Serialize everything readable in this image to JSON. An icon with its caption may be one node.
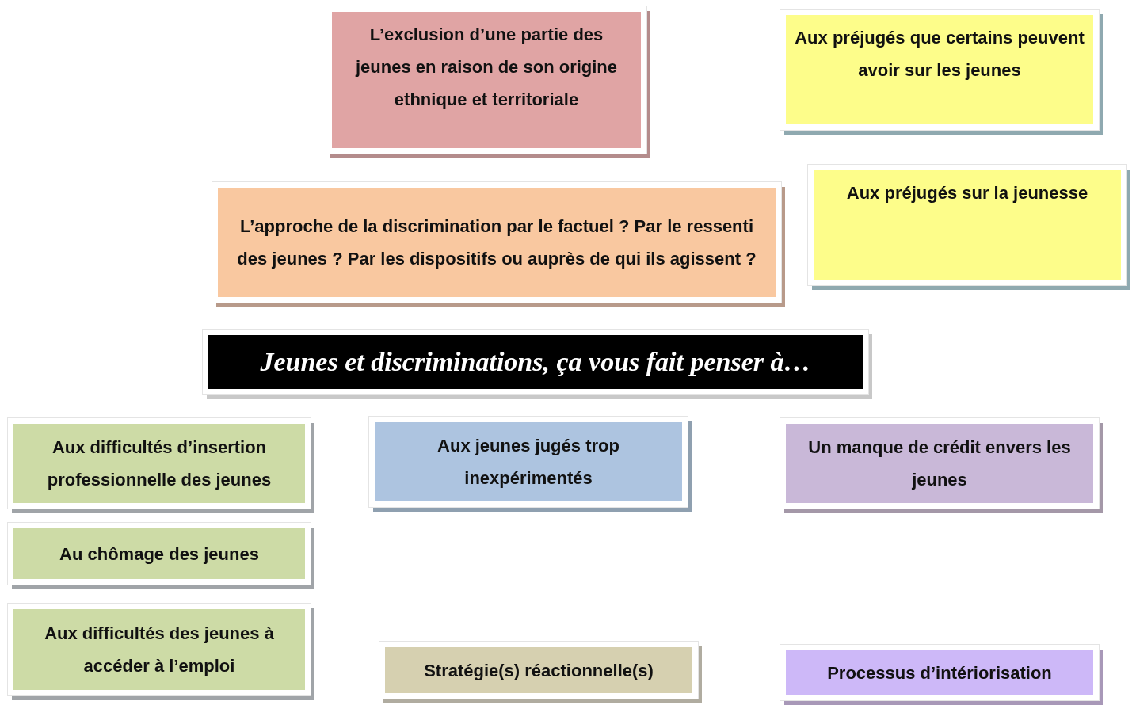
{
  "diagram": {
    "nodes": [
      {
        "text": [
          "L’exclusion d’une partie des jeunes en raison de son origine ethnique et territoriale"
        ]
      },
      {
        "text": [
          "Aux préjugés que certains peuvent avoir sur les jeunes"
        ]
      },
      {
        "text": [
          "L’approche de la discrimination par le factuel ? Par le ressenti des jeunes ? Par les dispositifs ou auprès de qui ils agissent ?"
        ]
      },
      {
        "text": [
          "Aux préjugés sur la jeunesse"
        ]
      },
      {
        "text": [
          "Jeunes et discriminations, ça vous fait penser à…"
        ]
      },
      {
        "text": [
          "Aux difficultés d’insertion professionnelle des jeunes"
        ]
      },
      {
        "text": [
          "Aux jeunes jugés trop inexpérimentés"
        ]
      },
      {
        "text": [
          "Un manque de crédit envers les jeunes"
        ]
      },
      {
        "text": [
          "Au chômage des jeunes"
        ]
      },
      {
        "text": [
          "Aux difficultés des jeunes à accéder à l’emploi"
        ]
      },
      {
        "text": [
          "Stratégie(s) réactionnelle(s)"
        ]
      },
      {
        "text": [
          "Processus d’intériorisation"
        ]
      }
    ]
  }
}
